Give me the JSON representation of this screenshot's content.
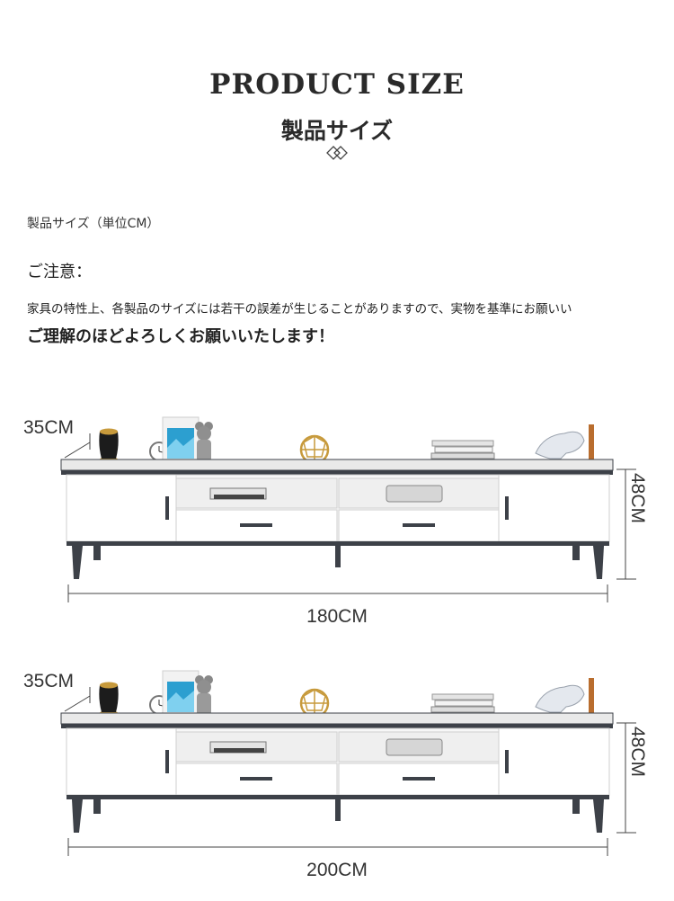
{
  "header": {
    "title": "PRODUCT SIZE",
    "subtitle": "製品サイズ"
  },
  "info": {
    "size_label": "製品サイズ（単位CM）",
    "notice_heading": "ご注意：",
    "notice_line1": "家具の特性上、各製品のサイズには若干の誤差が生じることがありますので、実物を基準にお願いい",
    "notice_line2": "ご理解のほどよろしくお願いいたします！"
  },
  "diagrams": [
    {
      "depth": "35CM",
      "height": "48CM",
      "width": "180CM"
    },
    {
      "depth": "35CM",
      "height": "48CM",
      "width": "200CM"
    }
  ],
  "colors": {
    "cabinet_white": "#f7f7f7",
    "frame_dark": "#3d4148",
    "top_marble": "#e9e9e9",
    "accent_gold": "#c79a3c",
    "accent_blue": "#2c9fd0"
  }
}
